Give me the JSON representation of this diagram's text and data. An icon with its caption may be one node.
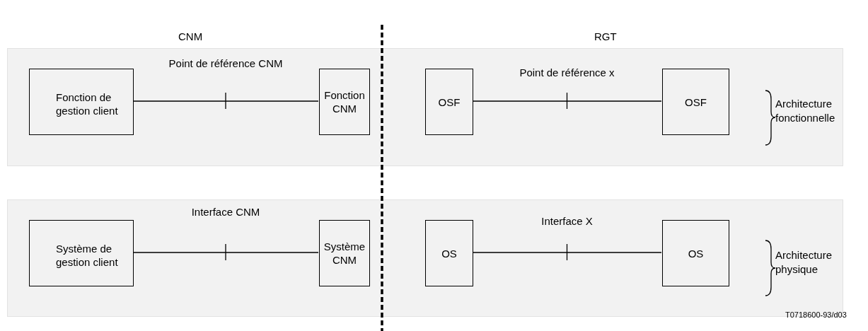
{
  "diagram": {
    "nodes": [
      {
        "text": [],
        "shape": "box"
      },
      {
        "text": [
          "Fonction de gestion client"
        ],
        "in": 0
      },
      {
        "text": [
          "Fonction CNM"
        ],
        "in": 0
      },
      {
        "text": [
          "OSF"
        ],
        "in": 0
      },
      {
        "text": [
          "OSF"
        ],
        "in": 0
      },
      {
        "text": [],
        "shape": "box"
      },
      {
        "text": [
          "Système de gestion client"
        ],
        "in": 5
      },
      {
        "text": [
          "Système CNM"
        ],
        "in": 5
      },
      {
        "text": [
          "OS"
        ],
        "in": 5
      },
      {
        "text": [
          "OS"
        ],
        "in": 5
      }
    ],
    "edges": [
      {
        "from": 1,
        "to": 2,
        "arrow": "none",
        "label": "Point de référence CNM"
      },
      {
        "from": 3,
        "to": 4,
        "arrow": "none",
        "label": "Point de référence x"
      },
      {
        "from": 6,
        "to": 7,
        "arrow": "none",
        "label": "Interface CNM"
      },
      {
        "from": 8,
        "to": 9,
        "arrow": "none",
        "label": "Interface X"
      }
    ],
    "labels": [
      "CNM",
      "RGT",
      "Architecture fonctionnelle",
      "Architecture physique",
      "T0718600-93/d03"
    ]
  }
}
